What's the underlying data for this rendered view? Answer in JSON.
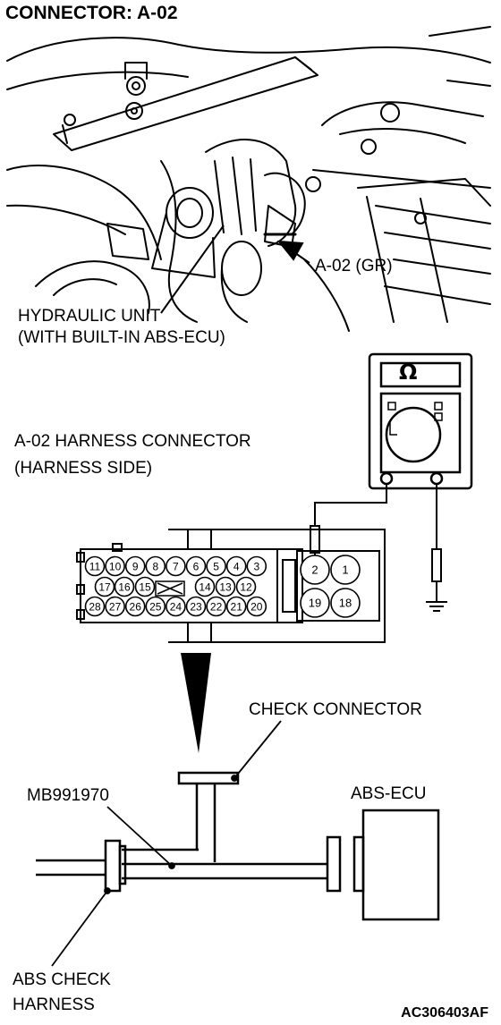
{
  "title": "CONNECTOR: A-02",
  "labels": {
    "connector_callout": "A-02 (GR)",
    "hydraulic_unit_line1": "HYDRAULIC UNIT",
    "hydraulic_unit_line2": "(WITH BUILT-IN ABS-ECU)",
    "harness_connector_line1": "A-02 HARNESS CONNECTOR",
    "harness_connector_line2": "(HARNESS SIDE)",
    "check_connector": "CHECK CONNECTOR",
    "tool": "MB991970",
    "abs_ecu": "ABS-ECU",
    "abs_check_line1": "ABS CHECK",
    "abs_check_line2": "HARNESS",
    "figure_code": "AC306403AF"
  },
  "meter_symbol": "Ω",
  "connector_pins": {
    "row1": [
      "11",
      "10",
      "9",
      "8",
      "7",
      "6",
      "5",
      "4",
      "3"
    ],
    "row2": [
      "17",
      "16",
      "15",
      "14",
      "13",
      "12"
    ],
    "row3": [
      "28",
      "27",
      "26",
      "25",
      "24",
      "23",
      "22",
      "21",
      "20"
    ],
    "large": [
      "2",
      "1",
      "19",
      "18"
    ]
  }
}
